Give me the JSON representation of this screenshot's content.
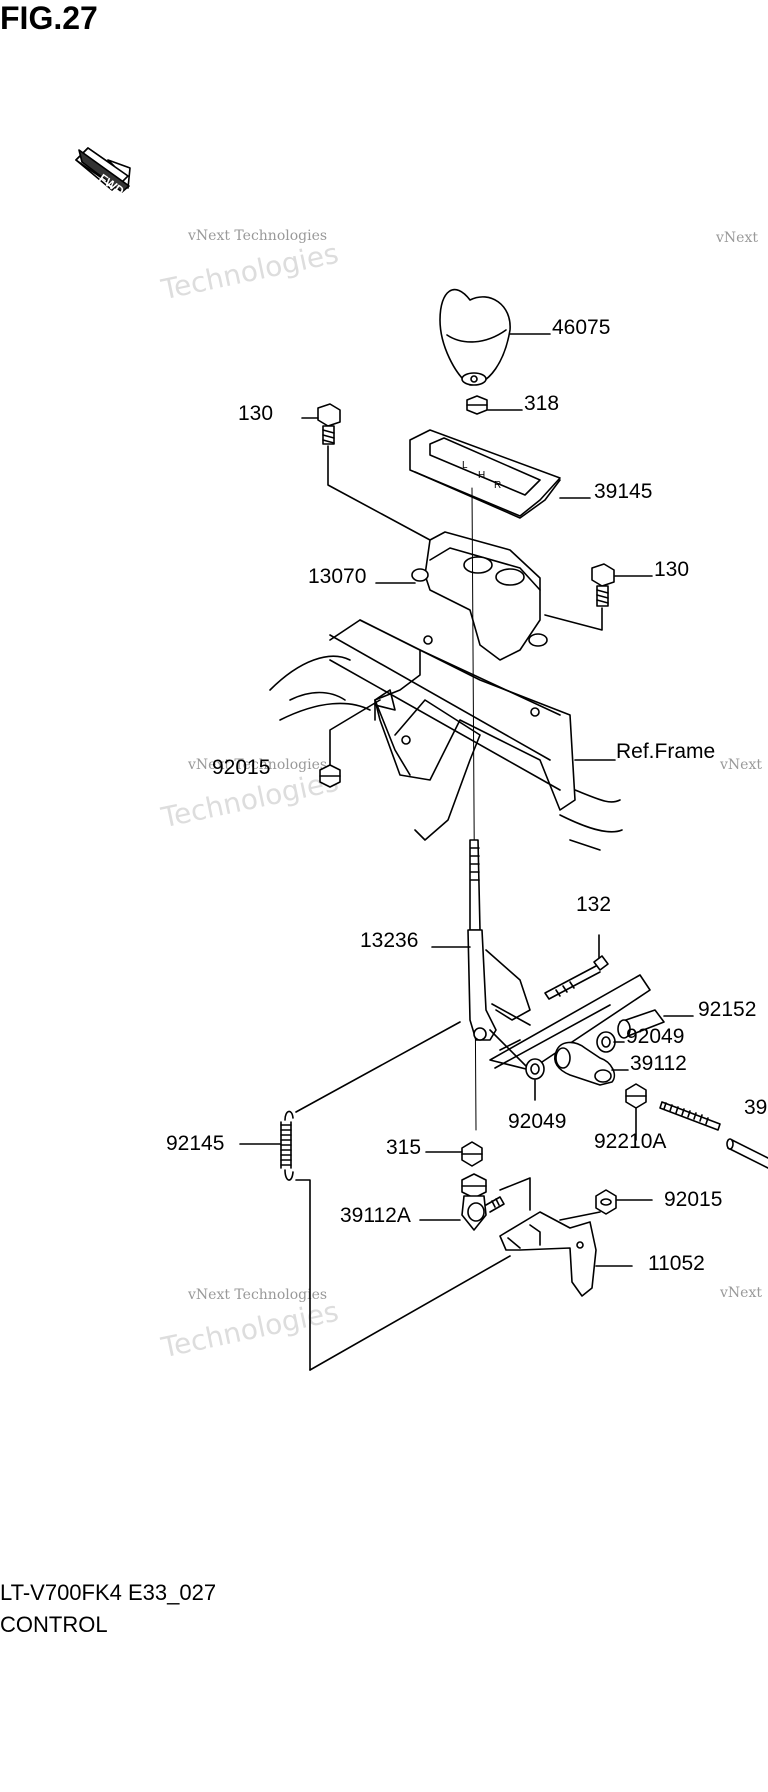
{
  "figure": {
    "title": "FIG.27",
    "fwd_label": "FWD"
  },
  "watermark": {
    "small": "vNext Technologies",
    "big": "Technologies",
    "tag": "vNext"
  },
  "parts": [
    {
      "id": "46075",
      "label": "46075"
    },
    {
      "id": "318",
      "label": "318"
    },
    {
      "id": "130a",
      "label": "130"
    },
    {
      "id": "39145",
      "label": "39145"
    },
    {
      "id": "13070",
      "label": "13070"
    },
    {
      "id": "130b",
      "label": "130"
    },
    {
      "id": "ref-frame",
      "label": "Ref.Frame"
    },
    {
      "id": "92015a",
      "label": "92015"
    },
    {
      "id": "132",
      "label": "132"
    },
    {
      "id": "13236",
      "label": "13236"
    },
    {
      "id": "92152",
      "label": "92152"
    },
    {
      "id": "92049a",
      "label": "92049"
    },
    {
      "id": "39112",
      "label": "39112"
    },
    {
      "id": "39-cut",
      "label": "39"
    },
    {
      "id": "92049b",
      "label": "92049"
    },
    {
      "id": "92210A",
      "label": "92210A"
    },
    {
      "id": "92145",
      "label": "92145"
    },
    {
      "id": "315",
      "label": "315"
    },
    {
      "id": "92015b",
      "label": "92015"
    },
    {
      "id": "39112A",
      "label": "39112A"
    },
    {
      "id": "11052",
      "label": "11052"
    }
  ],
  "footer": {
    "model": "LT-V700FK4 E33_027",
    "section": "CONTROL"
  }
}
